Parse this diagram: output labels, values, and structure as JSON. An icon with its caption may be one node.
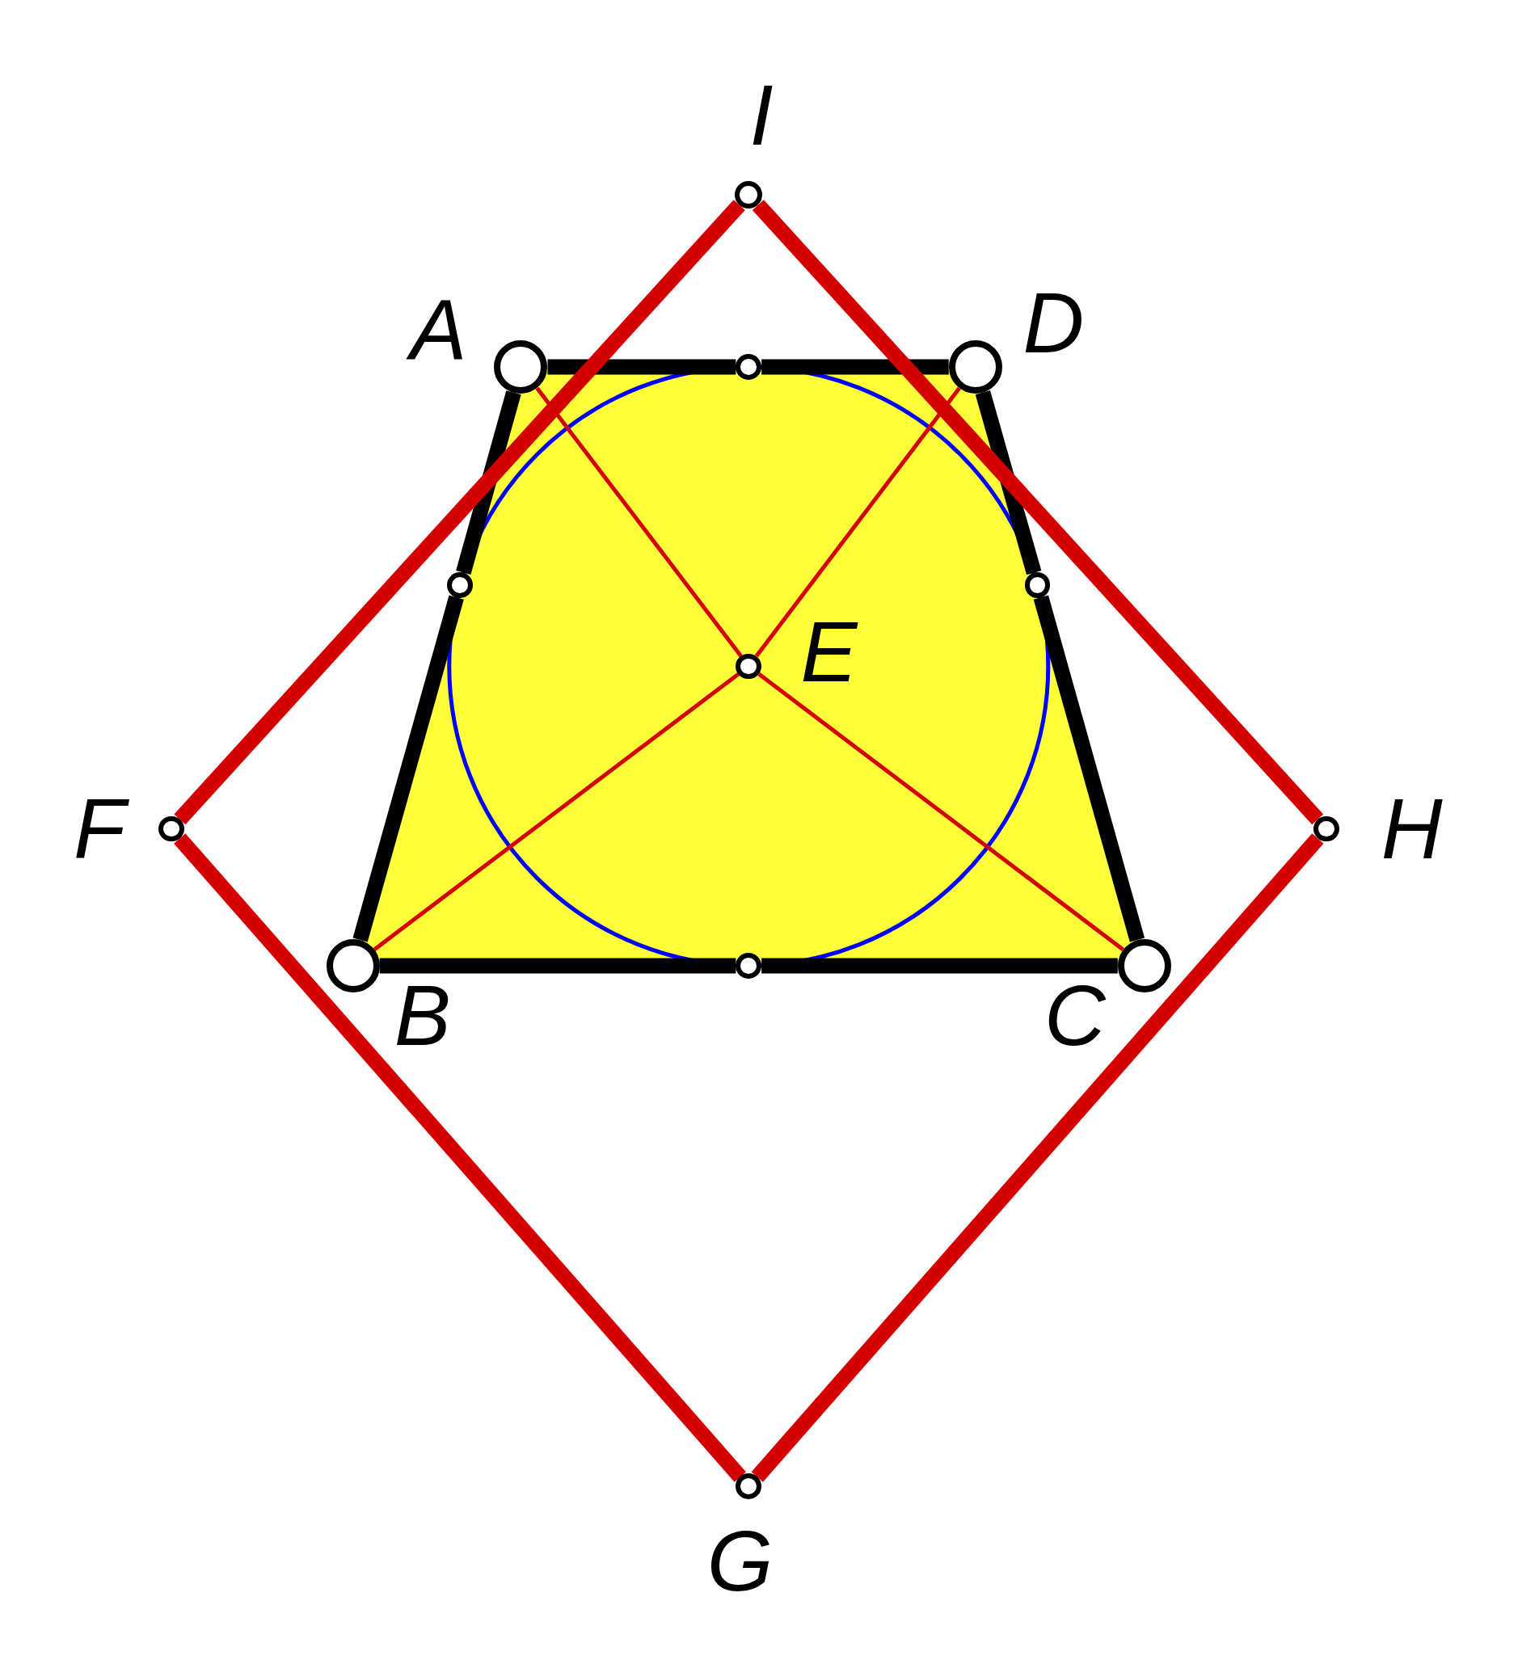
{
  "diagram": {
    "nodes": [
      {
        "text": [
          "I"
        ]
      },
      {
        "text": [
          "A"
        ]
      },
      {
        "text": [
          "D"
        ]
      },
      {
        "text": [
          "E"
        ]
      },
      {
        "text": [
          "F"
        ]
      },
      {
        "text": [
          "H"
        ]
      },
      {
        "text": [
          "B"
        ]
      },
      {
        "text": [
          "C"
        ]
      },
      {
        "text": [
          "G"
        ]
      },
      {
        "text": [],
        "shape": "circle"
      },
      {
        "text": [],
        "shape": "circle"
      },
      {
        "text": [],
        "shape": "circle"
      },
      {
        "text": [],
        "shape": "circle"
      }
    ],
    "edges": [
      {
        "from": 1,
        "to": 9,
        "arrow": "none"
      },
      {
        "from": 9,
        "to": 2,
        "arrow": "none"
      },
      {
        "from": 1,
        "to": 10,
        "arrow": "none"
      },
      {
        "from": 10,
        "to": 6,
        "arrow": "none"
      },
      {
        "from": 6,
        "to": 12,
        "arrow": "none"
      },
      {
        "from": 12,
        "to": 7,
        "arrow": "none"
      },
      {
        "from": 2,
        "to": 11,
        "arrow": "none"
      },
      {
        "from": 11,
        "to": 7,
        "arrow": "none"
      },
      {
        "from": 0,
        "to": 4,
        "arrow": "none",
        "color": "#d40000"
      },
      {
        "from": 4,
        "to": 8,
        "arrow": "none",
        "color": "#d40000"
      },
      {
        "from": 8,
        "to": 5,
        "arrow": "none",
        "color": "#d40000"
      },
      {
        "from": 5,
        "to": 0,
        "arrow": "none",
        "color": "#d40000"
      },
      {
        "from": 1,
        "to": 3,
        "arrow": "none",
        "color": "#d40000"
      },
      {
        "from": 3,
        "to": 7,
        "arrow": "none",
        "color": "#d40000"
      },
      {
        "from": 2,
        "to": 3,
        "arrow": "none",
        "color": "#d40000"
      },
      {
        "from": 3,
        "to": 6,
        "arrow": "none",
        "color": "#d40000"
      }
    ]
  }
}
